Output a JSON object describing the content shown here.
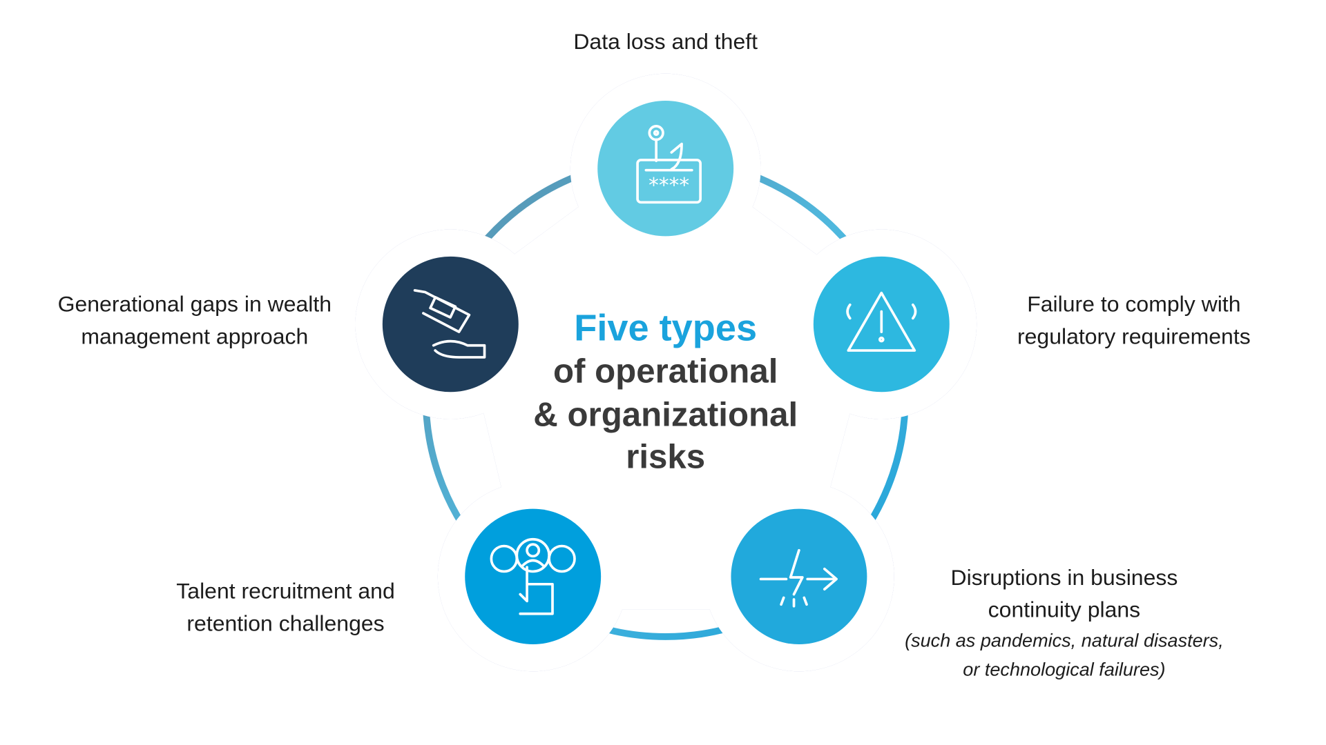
{
  "title": {
    "line1": "Five types",
    "line2": "of operational",
    "line3": "& organizational",
    "line4": "risks"
  },
  "items": [
    {
      "icon": "phishing-hook-password-icon",
      "color": "#62cbe3",
      "lines": [
        "Data loss and theft"
      ]
    },
    {
      "icon": "warning-alert-icon",
      "color": "#2db8e0",
      "lines": [
        "Failure to comply with",
        "regulatory requirements"
      ]
    },
    {
      "icon": "broken-arrow-lightning-icon",
      "color": "#21a9dc",
      "lines": [
        "Disruptions in business",
        "continuity plans"
      ],
      "note": [
        "(such as pandemics, natural disasters,",
        "or technological failures)"
      ]
    },
    {
      "icon": "people-select-hand-icon",
      "color": "#009fdd",
      "lines": [
        "Talent recruitment and",
        "retention challenges"
      ]
    },
    {
      "icon": "money-hand-icon",
      "color": "#1f3d5a",
      "lines": [
        "Generational gaps in wealth",
        "management approach"
      ]
    }
  ]
}
